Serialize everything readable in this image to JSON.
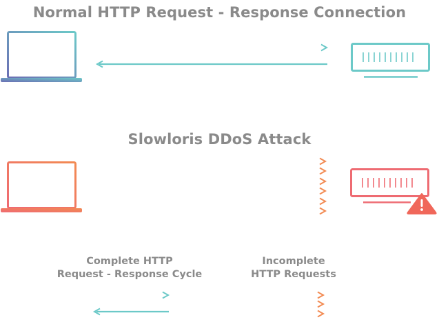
{
  "diagram": {
    "normal": {
      "title": "Normal HTTP Request - Response Connection"
    },
    "attack": {
      "title": "Slowloris DDoS Attack"
    },
    "legend": {
      "complete": {
        "line1": "Complete HTTP",
        "line2": "Request - Response Cycle"
      },
      "incomplete": {
        "line1": "Incomplete",
        "line2": "HTTP Requests"
      }
    },
    "icons": {
      "client": "laptop-icon",
      "server": "server-icon",
      "alert": "warning-icon"
    },
    "colors": {
      "cool_start": "#6b6fb4",
      "cool_end": "#6cc9c8",
      "warm_start": "#ef6a73",
      "warm_end": "#f28a52",
      "alert": "#f0675a",
      "text": "#8a8a8a"
    },
    "attack_request_count": 6
  }
}
